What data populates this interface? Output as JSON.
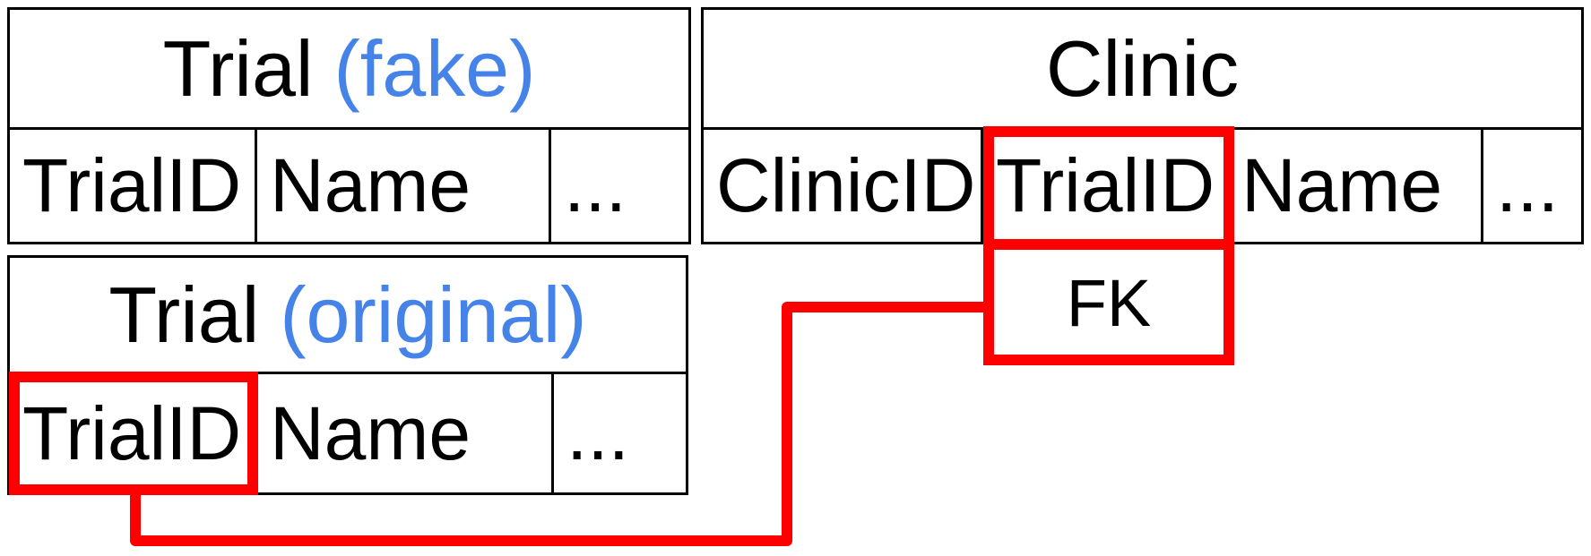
{
  "tables": {
    "trial_fake": {
      "name": "Trial",
      "annotation": "(fake)",
      "columns": [
        "TrialID",
        "Name",
        "..."
      ]
    },
    "clinic": {
      "name": "Clinic",
      "annotation": "",
      "columns": [
        "ClinicID",
        "TrialID",
        "Name",
        "..."
      ]
    },
    "trial_original": {
      "name": "Trial",
      "annotation": "(original)",
      "columns": [
        "TrialID",
        "Name",
        "..."
      ]
    }
  },
  "highlight": {
    "fk_label": "FK"
  },
  "colors": {
    "highlight_red": "#fe0000",
    "annotation_blue": "#4583e8",
    "line_black": "#000000",
    "text_black": "#000000",
    "background": "#ffffff"
  }
}
